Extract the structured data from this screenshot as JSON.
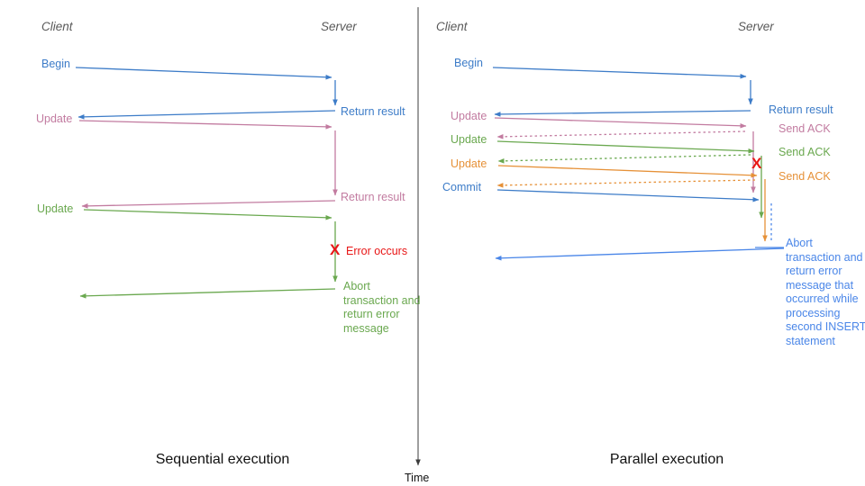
{
  "palette": {
    "blue": "#3d7cc8",
    "blue2": "#4a86e8",
    "pink": "#c27ba0",
    "green": "#6aa84f",
    "orange": "#e69138",
    "red": "#e81616",
    "axis": "#3c3c3c",
    "muted": "#595959",
    "ink": "#111111"
  },
  "time_axis": {
    "label": "Time"
  },
  "left": {
    "title": "Sequential execution",
    "client": "Client",
    "server": "Server",
    "begin": "Begin",
    "return1": "Return result",
    "update1": "Update",
    "return2": "Return result",
    "update2": "Update",
    "error_mark": "X",
    "error_label": "Error occurs",
    "abort": "Abort transaction and return error message"
  },
  "right": {
    "title": "Parallel execution",
    "client": "Client",
    "server": "Server",
    "begin": "Begin",
    "return1": "Return result",
    "update1": "Update",
    "ack1": "Send ACK",
    "update2": "Update",
    "ack2": "Send ACK",
    "update3": "Update",
    "ack3": "Send ACK",
    "commit": "Commit",
    "error_mark": "X",
    "abort": "Abort transaction and return error message that occurred while processing second INSERT statement"
  }
}
